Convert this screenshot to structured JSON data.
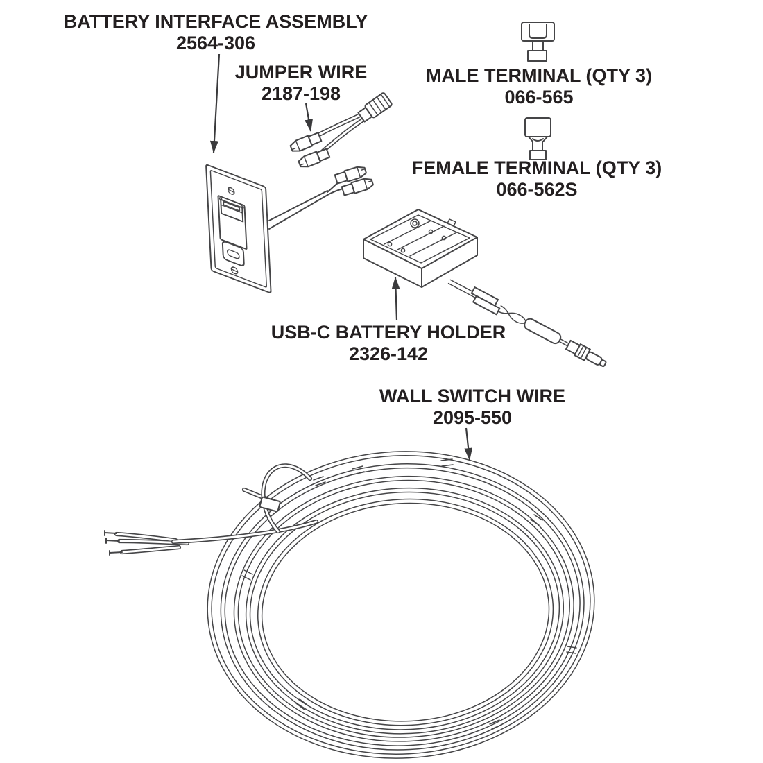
{
  "diagram": {
    "type": "parts-diagram",
    "parts": [
      {
        "id": "battery-interface-assembly",
        "label": "BATTERY INTERFACE ASSEMBLY",
        "part_number": "2564-306"
      },
      {
        "id": "jumper-wire",
        "label": "JUMPER WIRE",
        "part_number": "2187-198"
      },
      {
        "id": "male-terminal",
        "label": "MALE TERMINAL (QTY 3)",
        "part_number": "066-565"
      },
      {
        "id": "female-terminal",
        "label": "FEMALE TERMINAL (QTY 3)",
        "part_number": "066-562S"
      },
      {
        "id": "usb-c-battery-holder",
        "label": "USB-C BATTERY HOLDER",
        "part_number": "2326-142"
      },
      {
        "id": "wall-switch-wire",
        "label": "WALL SWITCH WIRE",
        "part_number": "2095-550"
      }
    ],
    "colors": {
      "ink": "#231f20",
      "line_art": "#454547",
      "background": "#ffffff"
    }
  }
}
